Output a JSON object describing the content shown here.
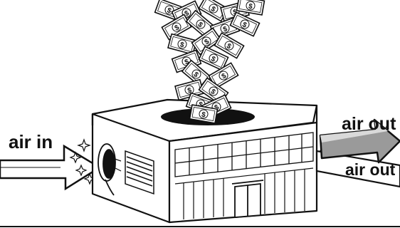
{
  "illustration": {
    "labels": {
      "inlet": "air in",
      "outlet_top": "air out",
      "outlet_bottom": "air out"
    },
    "bill_symbol": "$",
    "colors": {
      "ink": "#111111",
      "paper": "#ffffff",
      "arrow_out_fill": "#9a9a9a",
      "arrow_out_light": "#d9d9d9"
    }
  }
}
